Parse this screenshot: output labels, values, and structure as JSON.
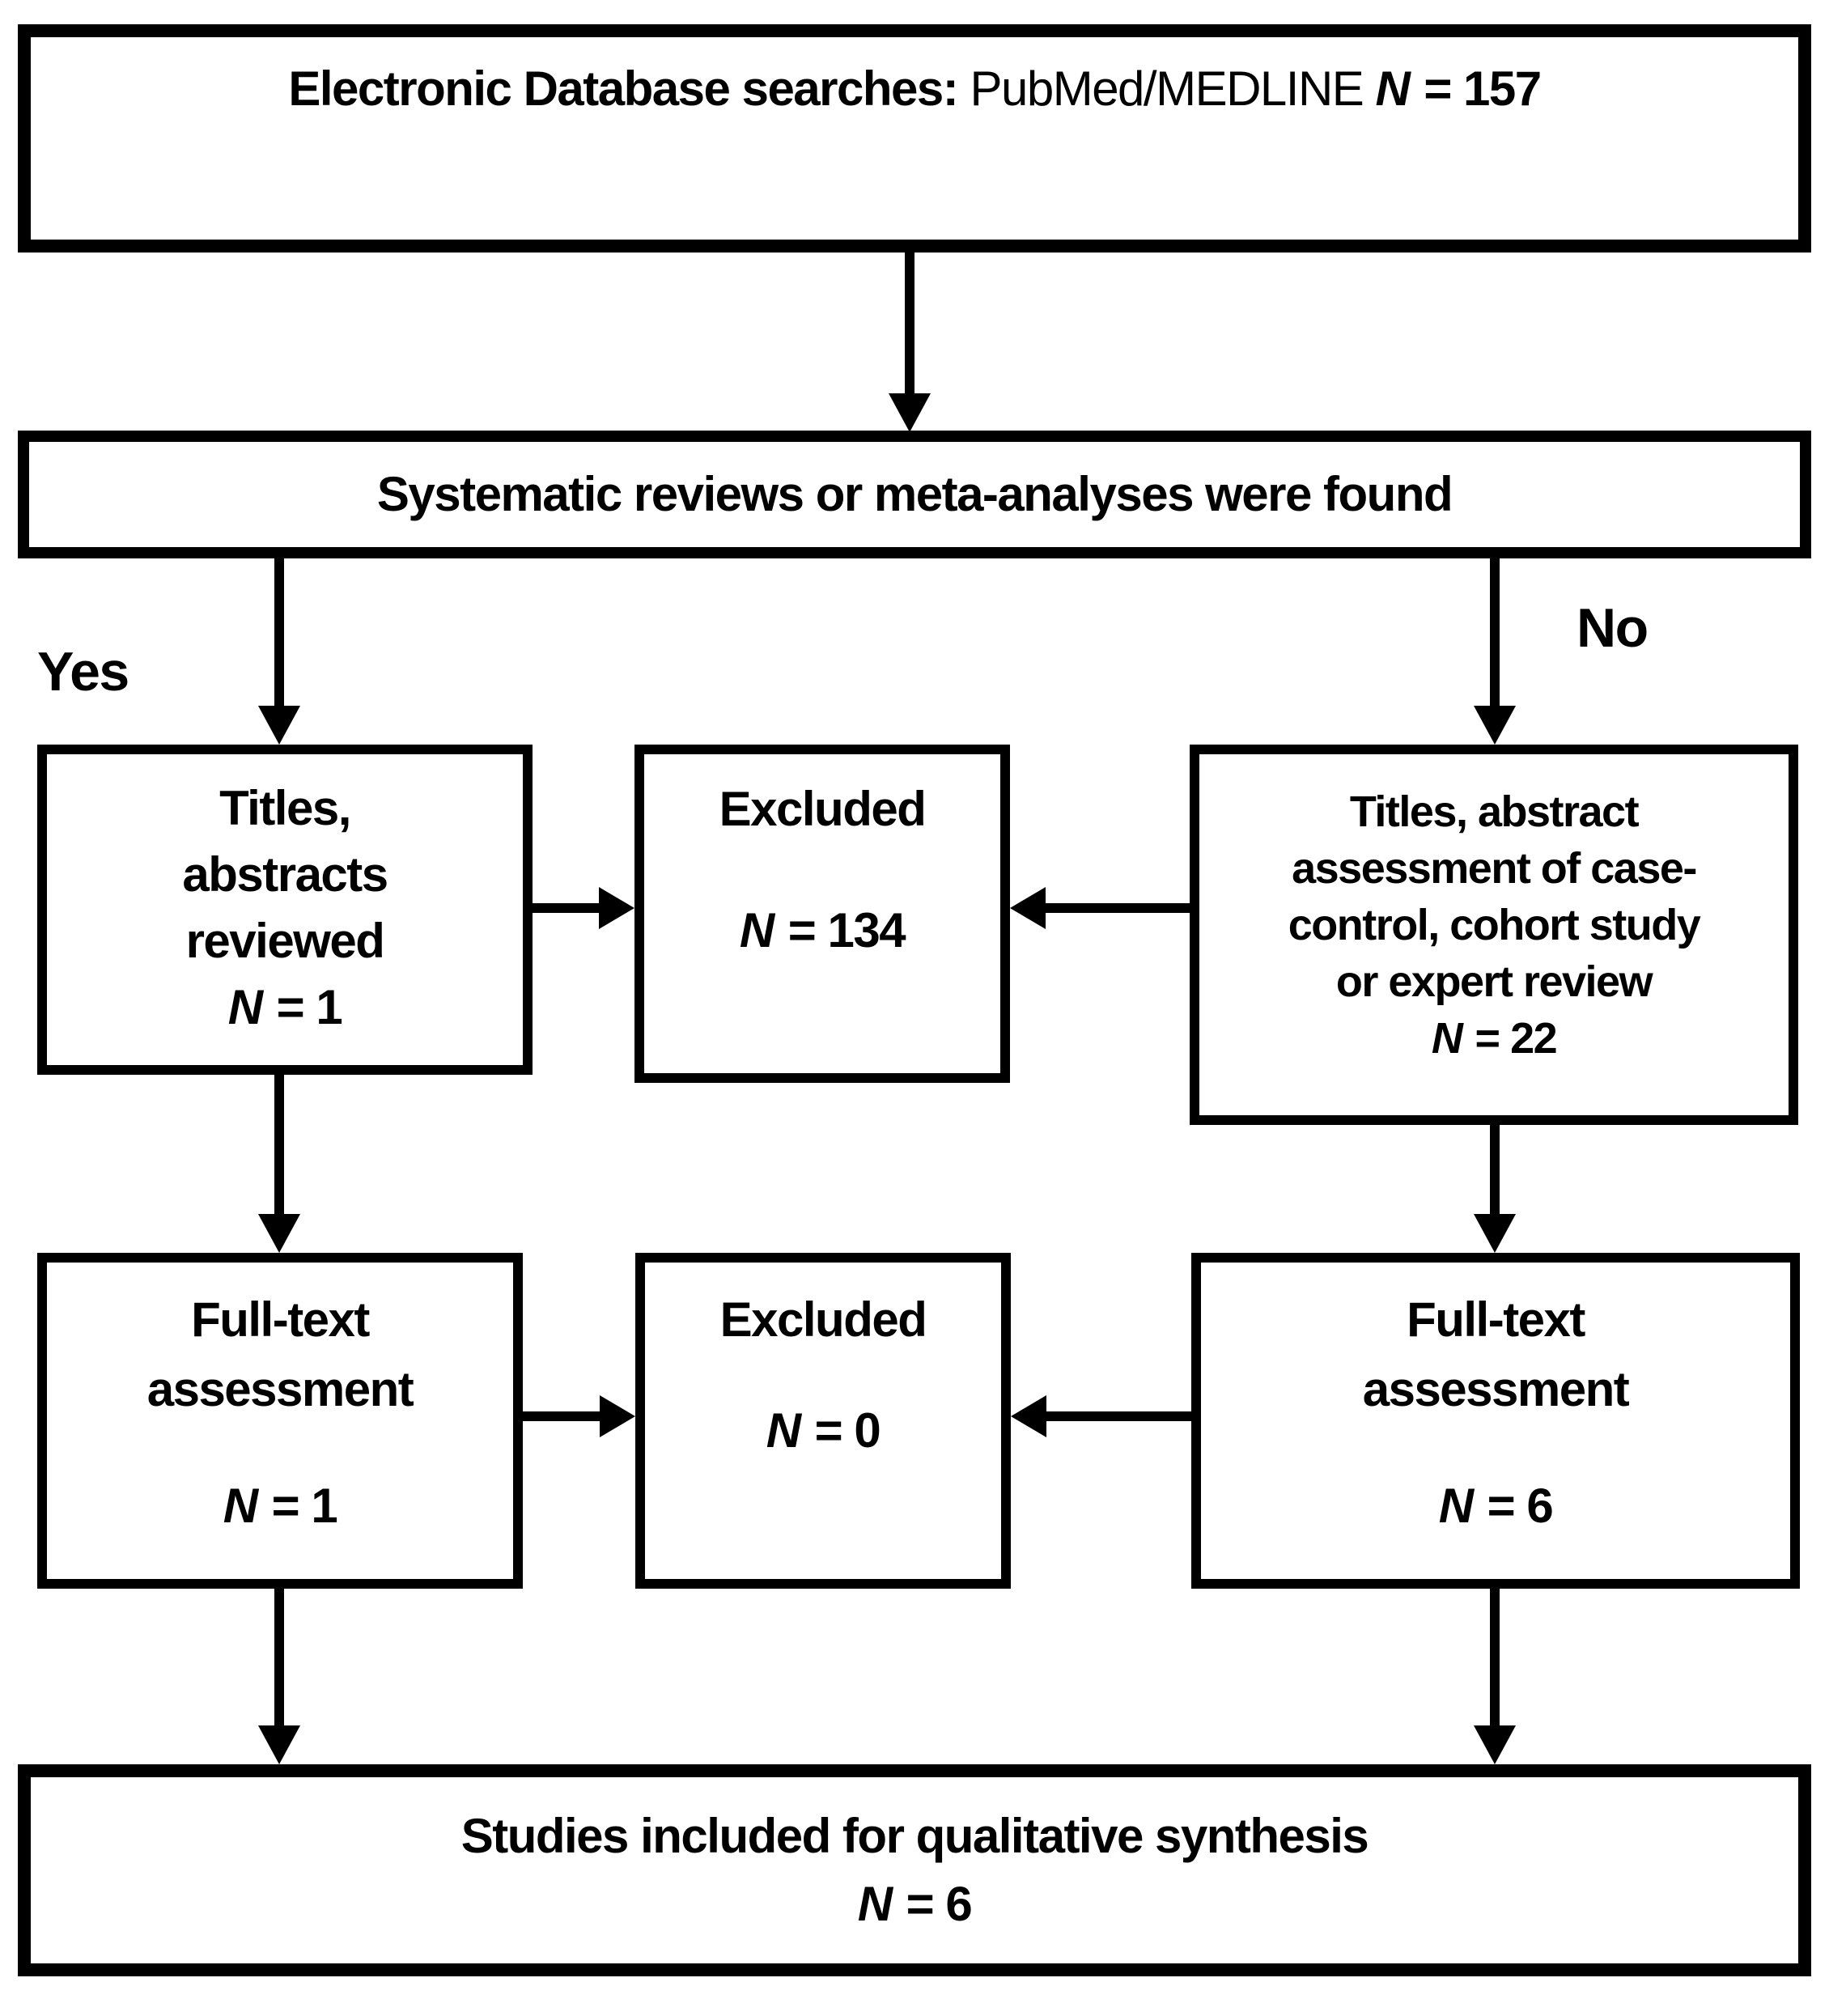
{
  "flowchart": {
    "colors": {
      "ink": "#000000",
      "paper": "#ffffff"
    },
    "search_box": {
      "label_bold": "Electronic Database searches:",
      "label_regular": "PubMed/MEDLINE",
      "n_symbol": "N",
      "n_eq": "= 157"
    },
    "decision_box": {
      "text": "Systematic reviews or meta-analyses were found"
    },
    "branch_labels": {
      "yes": "Yes",
      "no": "No"
    },
    "titles_reviewed_box": {
      "lines": [
        "Titles,",
        "abstracts",
        "reviewed"
      ],
      "n_symbol": "N",
      "n_eq": "= 1"
    },
    "excluded_screening_box": {
      "title": "Excluded",
      "n_symbol": "N",
      "n_eq": "= 134"
    },
    "titles_assessment_box": {
      "lines": [
        "Titles, abstract",
        "assessment of case-",
        "control, cohort study",
        "or expert review"
      ],
      "n_symbol": "N",
      "n_eq": "= 22"
    },
    "fulltext_yes_box": {
      "lines": [
        "Full-text",
        "assessment"
      ],
      "n_symbol": "N",
      "n_eq": "= 1"
    },
    "excluded_fulltext_box": {
      "title": "Excluded",
      "n_symbol": "N",
      "n_eq": "= 0"
    },
    "fulltext_no_box": {
      "lines": [
        "Full-text",
        "assessment"
      ],
      "n_symbol": "N",
      "n_eq": "= 6"
    },
    "included_box": {
      "line1": "Studies included for qualitative synthesis",
      "n_symbol": "N",
      "n_eq": "= 6"
    }
  }
}
